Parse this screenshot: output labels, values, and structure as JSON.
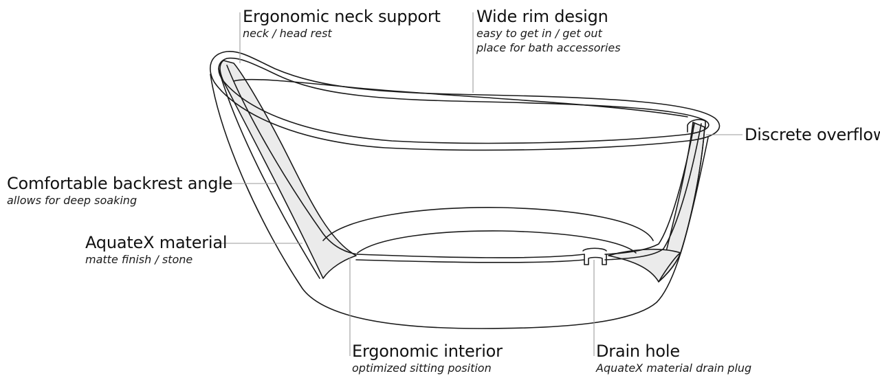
{
  "colors": {
    "stroke": "#1a1a1a",
    "leader": "#9a9a9a",
    "cutaway_fill": "#ebebeb",
    "background": "#ffffff"
  },
  "callouts": {
    "neck": {
      "title": "Ergonomic neck support",
      "lines": [
        "neck / head rest"
      ]
    },
    "rim": {
      "title": "Wide rim design",
      "lines": [
        "easy to get in / get out",
        "place for bath accessories"
      ]
    },
    "overflow": {
      "title": "Discrete overflow",
      "lines": []
    },
    "backrest": {
      "title": "Comfortable backrest angle",
      "lines": [
        "allows for deep soaking"
      ]
    },
    "material": {
      "title": "AquateX material",
      "lines": [
        "matte finish / stone"
      ]
    },
    "interior": {
      "title": "Ergonomic interior",
      "lines": [
        "optimized sitting position"
      ]
    },
    "drain": {
      "title": "Drain hole",
      "lines": [
        "AquateX material drain plug"
      ]
    }
  }
}
